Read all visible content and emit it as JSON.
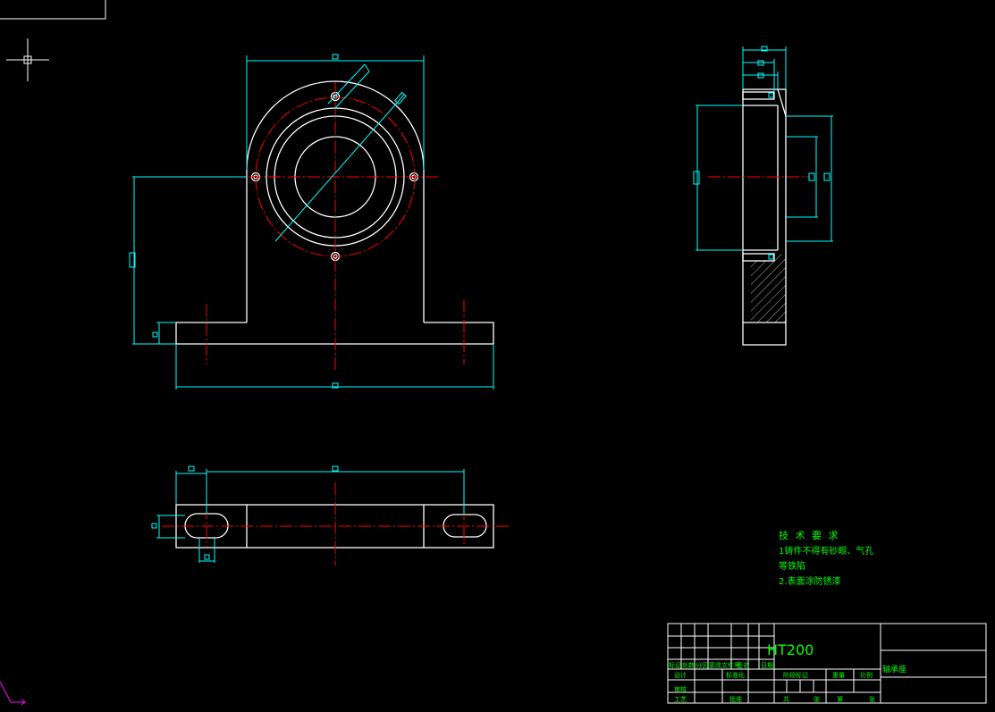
{
  "tech_requirements": {
    "title": "技 术 要 求",
    "lines": [
      "1铸件不得有砂眼、气孔",
      "等铁陷",
      "2.表面涂防锈漆"
    ]
  },
  "title_block": {
    "material": "HT200",
    "part_name": "轴承座",
    "row_labels": [
      "标记",
      "处数",
      "分区",
      "更改文件号",
      "签名",
      "日期"
    ],
    "design": "设计",
    "standardize": "标准化",
    "review": "审核",
    "process": "工艺",
    "approve": "批准",
    "stage_mark": "阶段标记",
    "weight": "重量",
    "scale": "比例",
    "total": "共",
    "sheets": "张",
    "sheet_no": "第",
    "sheet": "张"
  },
  "colors": {
    "outline": "#ffffff",
    "centerline": "#ff0000",
    "dimension": "#00ffff",
    "text": "#00ff00",
    "ucs": "#ff00ff"
  }
}
